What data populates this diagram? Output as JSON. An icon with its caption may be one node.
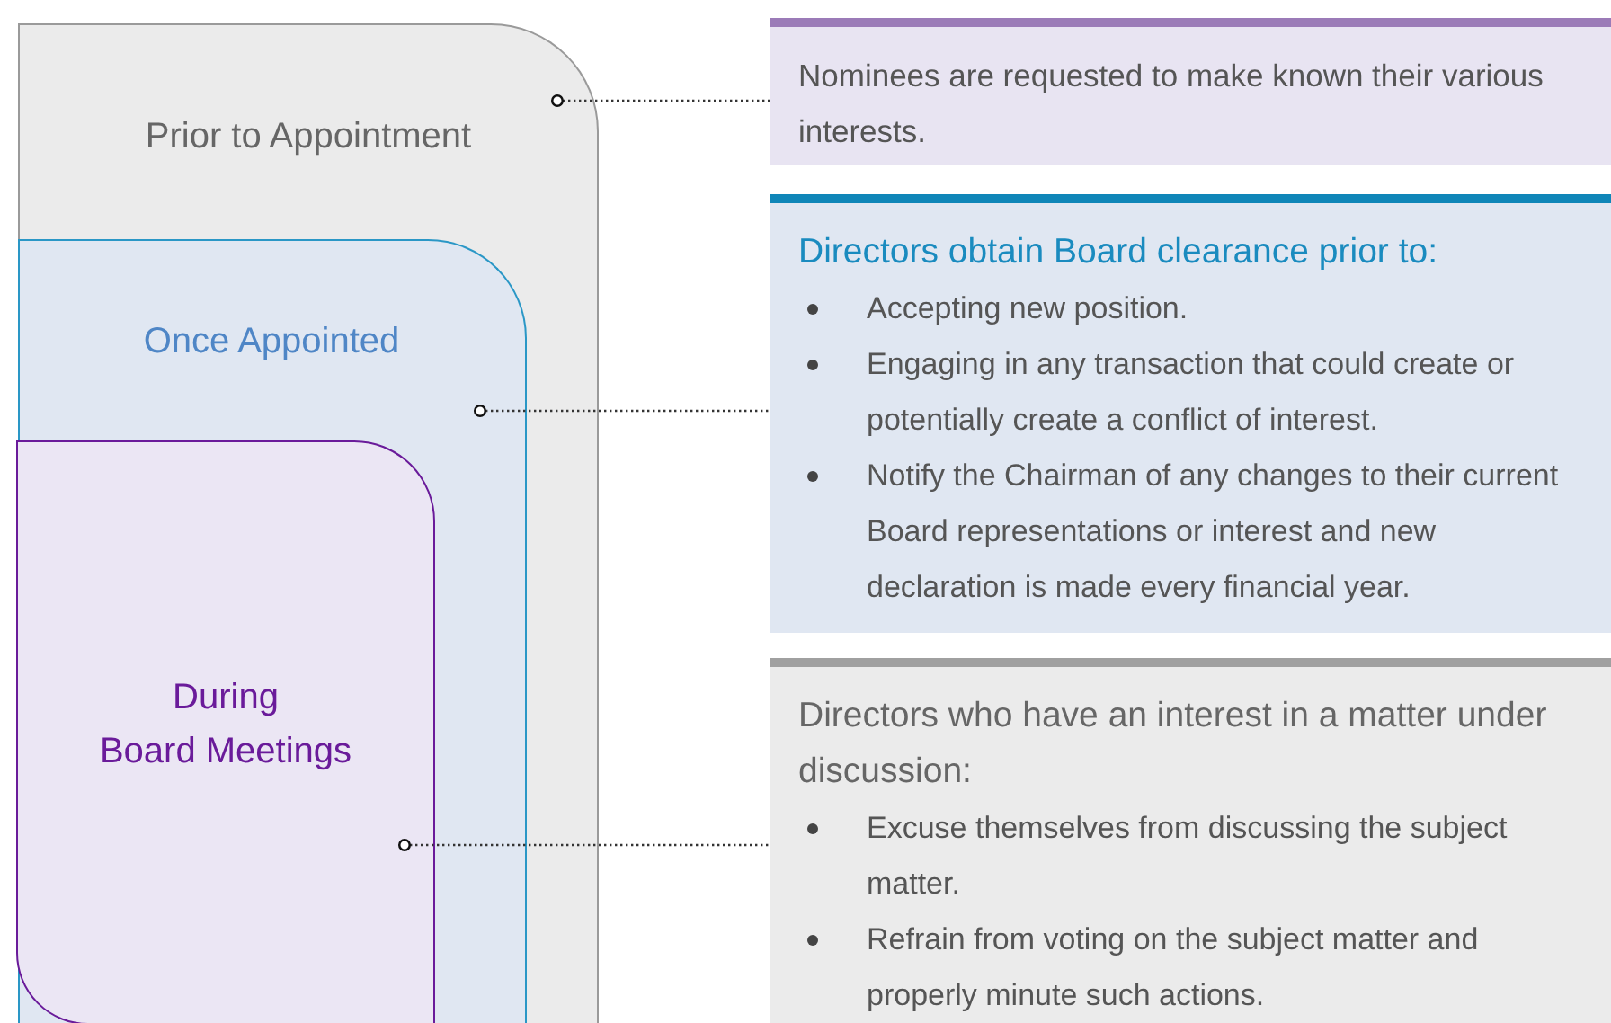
{
  "diagram": {
    "nodes": [
      {
        "text": [
          "Prior to Appointment"
        ]
      },
      {
        "text": [
          "Once Appointed"
        ],
        "in": 0
      },
      {
        "text": [
          "During Board Meetings"
        ],
        "in": 1
      },
      {
        "text": [
          "Nominees are requested to make known their various interests."
        ]
      },
      {
        "text": [
          "Directors obtain Board clearance prior to:",
          "Accepting new position.",
          "Engaging in any transaction that could create or potentially create a conflict of interest.",
          "Notify the Chairman of any changes to their current Board representations or interest and new declaration is made every financial year."
        ]
      },
      {
        "text": [
          "Directors who have an interest in a matter under discussion:",
          "Excuse themselves from discussing the subject matter.",
          "Refrain from voting on the subject matter and properly minute such actions."
        ]
      }
    ],
    "edges": [
      {
        "from": 0,
        "to": 3,
        "arrow": "other",
        "style": "dashed"
      },
      {
        "from": 1,
        "to": 4,
        "arrow": "other",
        "style": "dashed"
      },
      {
        "from": 2,
        "to": 5,
        "arrow": "other",
        "style": "dashed"
      }
    ]
  }
}
